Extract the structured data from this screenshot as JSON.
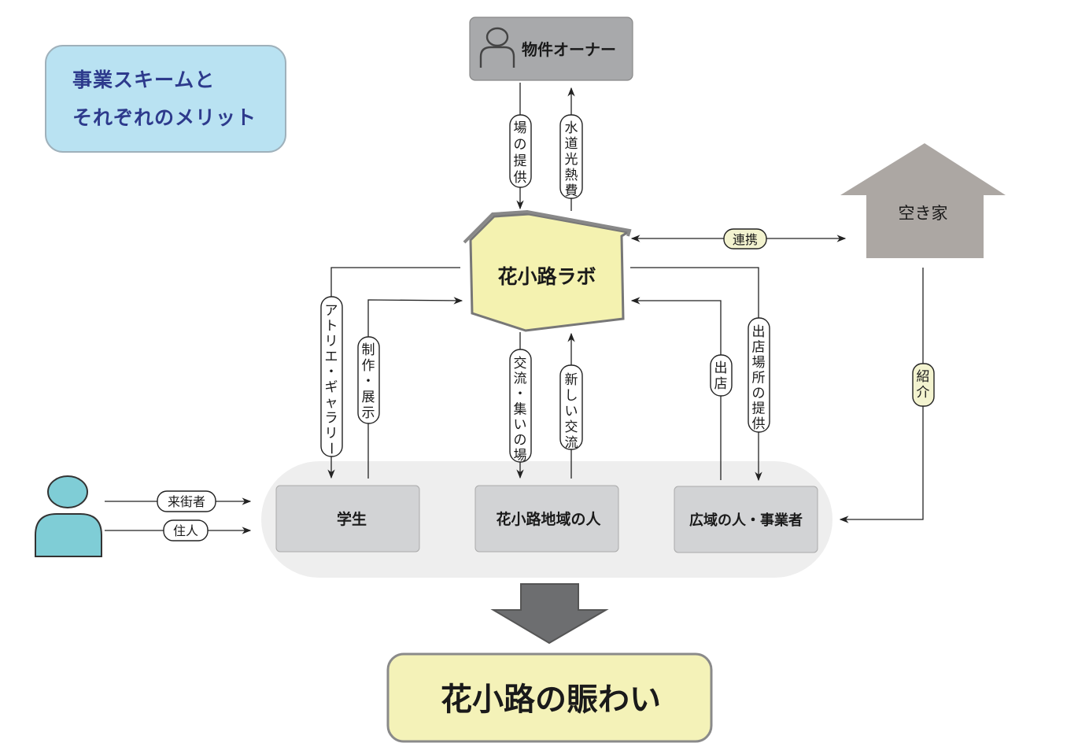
{
  "title": {
    "line1": "事業スキームと",
    "line2": "それぞれのメリット"
  },
  "nodes": {
    "owner": "物件オーナー",
    "lab": "花小路ラボ",
    "vacant_house": "空き家",
    "student": "学生",
    "local_people": "花小路地域の人",
    "wide_people": "広域の人・事業者",
    "result": "花小路の賑わい"
  },
  "edges": {
    "provide_place": [
      "場",
      "の",
      "提",
      "供"
    ],
    "utilities": [
      "水",
      "道",
      "光",
      "熱",
      "費"
    ],
    "cooperation": "連携",
    "atelier_gallery": [
      "ア",
      "ト",
      "リ",
      "エ",
      "・",
      "ギ",
      "ャ",
      "ラ",
      "リ",
      "ー"
    ],
    "production_exhibit": [
      "制",
      "作",
      "・",
      "展",
      "示"
    ],
    "exchange_place": [
      "交",
      "流",
      "・",
      "集",
      "い",
      "の",
      "場"
    ],
    "new_exchange": [
      "新",
      "し",
      "い",
      "交",
      "流"
    ],
    "open_shop": [
      "出",
      "店"
    ],
    "provide_shop_location": [
      "出",
      "店",
      "場",
      "所",
      "の",
      "提",
      "供"
    ],
    "introduction": [
      "紹",
      "介"
    ],
    "visitors": "来街者",
    "residents": "住人"
  },
  "icons": {
    "owner": "person-outline-icon",
    "visitor": "person-filled-icon",
    "vacant_house": "house-icon",
    "result_arrow": "down-arrow-icon"
  },
  "colors": {
    "title_bg": "#b9e2f2",
    "title_text": "#2d3a8c",
    "owner_bg": "#a8a9ab",
    "lab_bg": "#f4f2b0",
    "house_bg": "#aca7a3",
    "group_bg": "#eeeeee",
    "box_bg": "#d2d3d5",
    "person_fill": "#7fcdd6",
    "result_bg": "#f4f2b8",
    "arrow_fill": "#6d6e70"
  }
}
